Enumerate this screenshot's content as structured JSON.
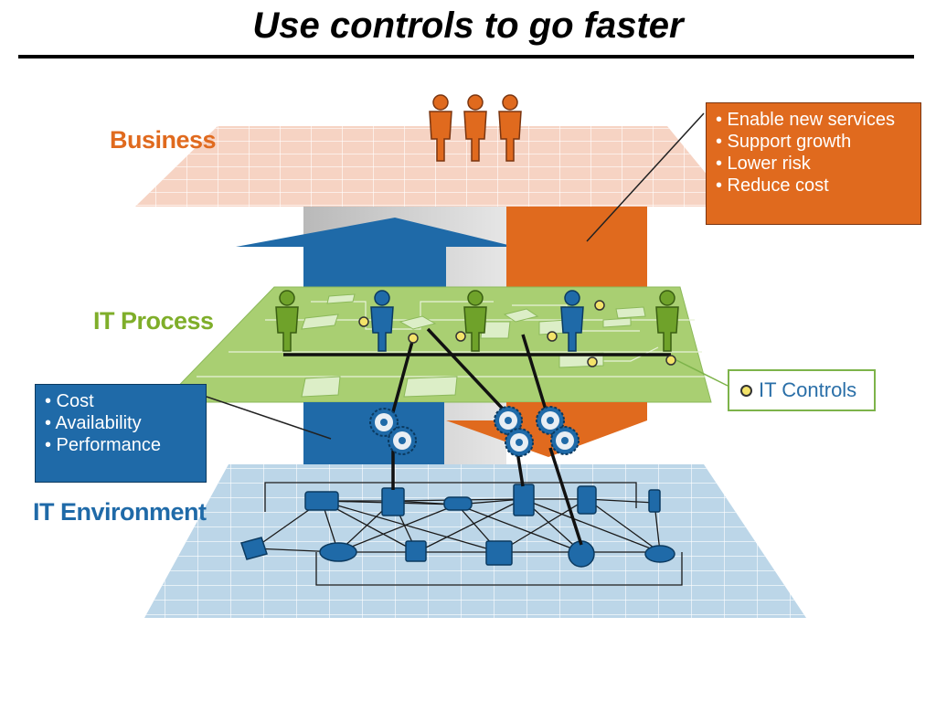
{
  "title": "Use controls to go faster",
  "layers": {
    "business": "Business",
    "it_process": "IT Process",
    "it_environment": "IT Environment"
  },
  "business_box": {
    "items": [
      "• Enable new services",
      "• Support growth",
      "• Lower risk",
      "• Reduce cost"
    ]
  },
  "environment_box": {
    "items": [
      "• Cost",
      "• Availability",
      "• Performance"
    ]
  },
  "legend": {
    "it_controls": "IT Controls"
  },
  "colors": {
    "business": "#e06a1e",
    "process": "#7fae2a",
    "environment": "#1f6aa8",
    "business_plane": "#f6d3c3",
    "process_plane": "#a9cf72",
    "environment_plane": "#bcd6e8"
  }
}
